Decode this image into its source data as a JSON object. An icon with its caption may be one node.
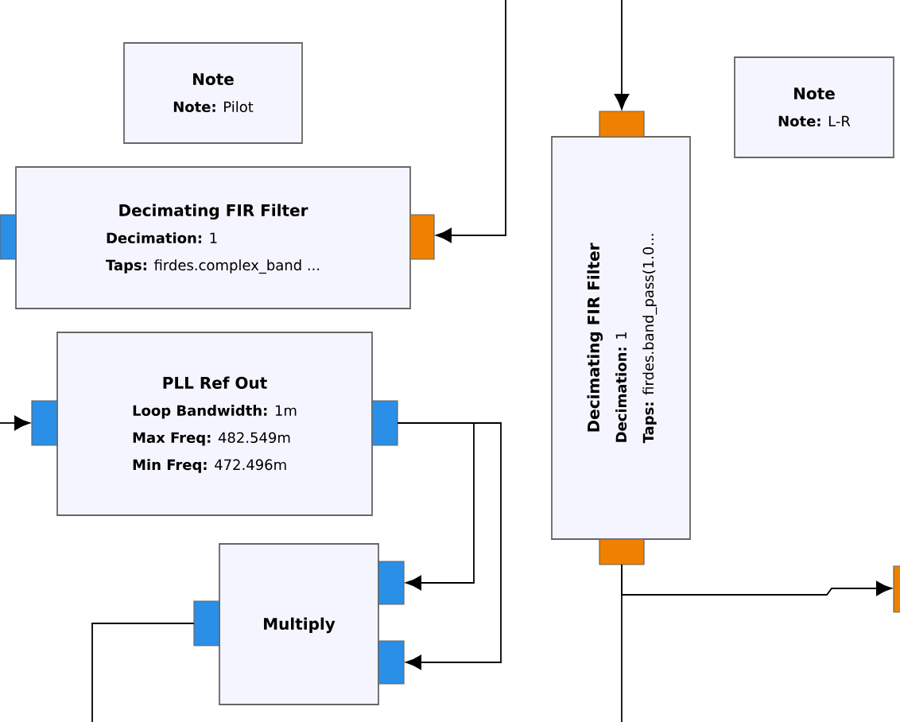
{
  "diagram": {
    "nodes": [
      {
        "text": [
          "Note",
          "**Note:** Pilot"
        ]
      },
      {
        "text": [
          "Decimating FIR Filter",
          "**Decimation:** 1",
          "**Taps:** firdes.complex_band ..."
        ]
      },
      {
        "text": [
          "PLL Ref Out",
          "**Loop Bandwidth:** 1m",
          "**Max Freq:** 482.549m",
          "**Min Freq:** 472.496m"
        ]
      },
      {
        "text": [
          "Multiply"
        ]
      },
      {
        "text": [
          "Decimating FIR Filter",
          "**Decimation:** 1",
          "**Taps:** firdes.band_pass(1.0..."
        ]
      },
      {
        "text": [
          "Note",
          "**Note:** L-R"
        ]
      }
    ],
    "edges": [
      {
        "from": null,
        "to": 1,
        "arrow": "to"
      },
      {
        "from": null,
        "to": 2,
        "arrow": "to"
      },
      {
        "from": 2,
        "to": 3,
        "arrow": "to"
      },
      {
        "from": 2,
        "to": 3,
        "arrow": "to"
      },
      {
        "from": 3,
        "to": null,
        "arrow": "none"
      },
      {
        "from": null,
        "to": 4,
        "arrow": "to"
      },
      {
        "from": 4,
        "to": null,
        "arrow": "to"
      },
      {
        "from": 4,
        "to": null,
        "arrow": "none"
      }
    ]
  }
}
